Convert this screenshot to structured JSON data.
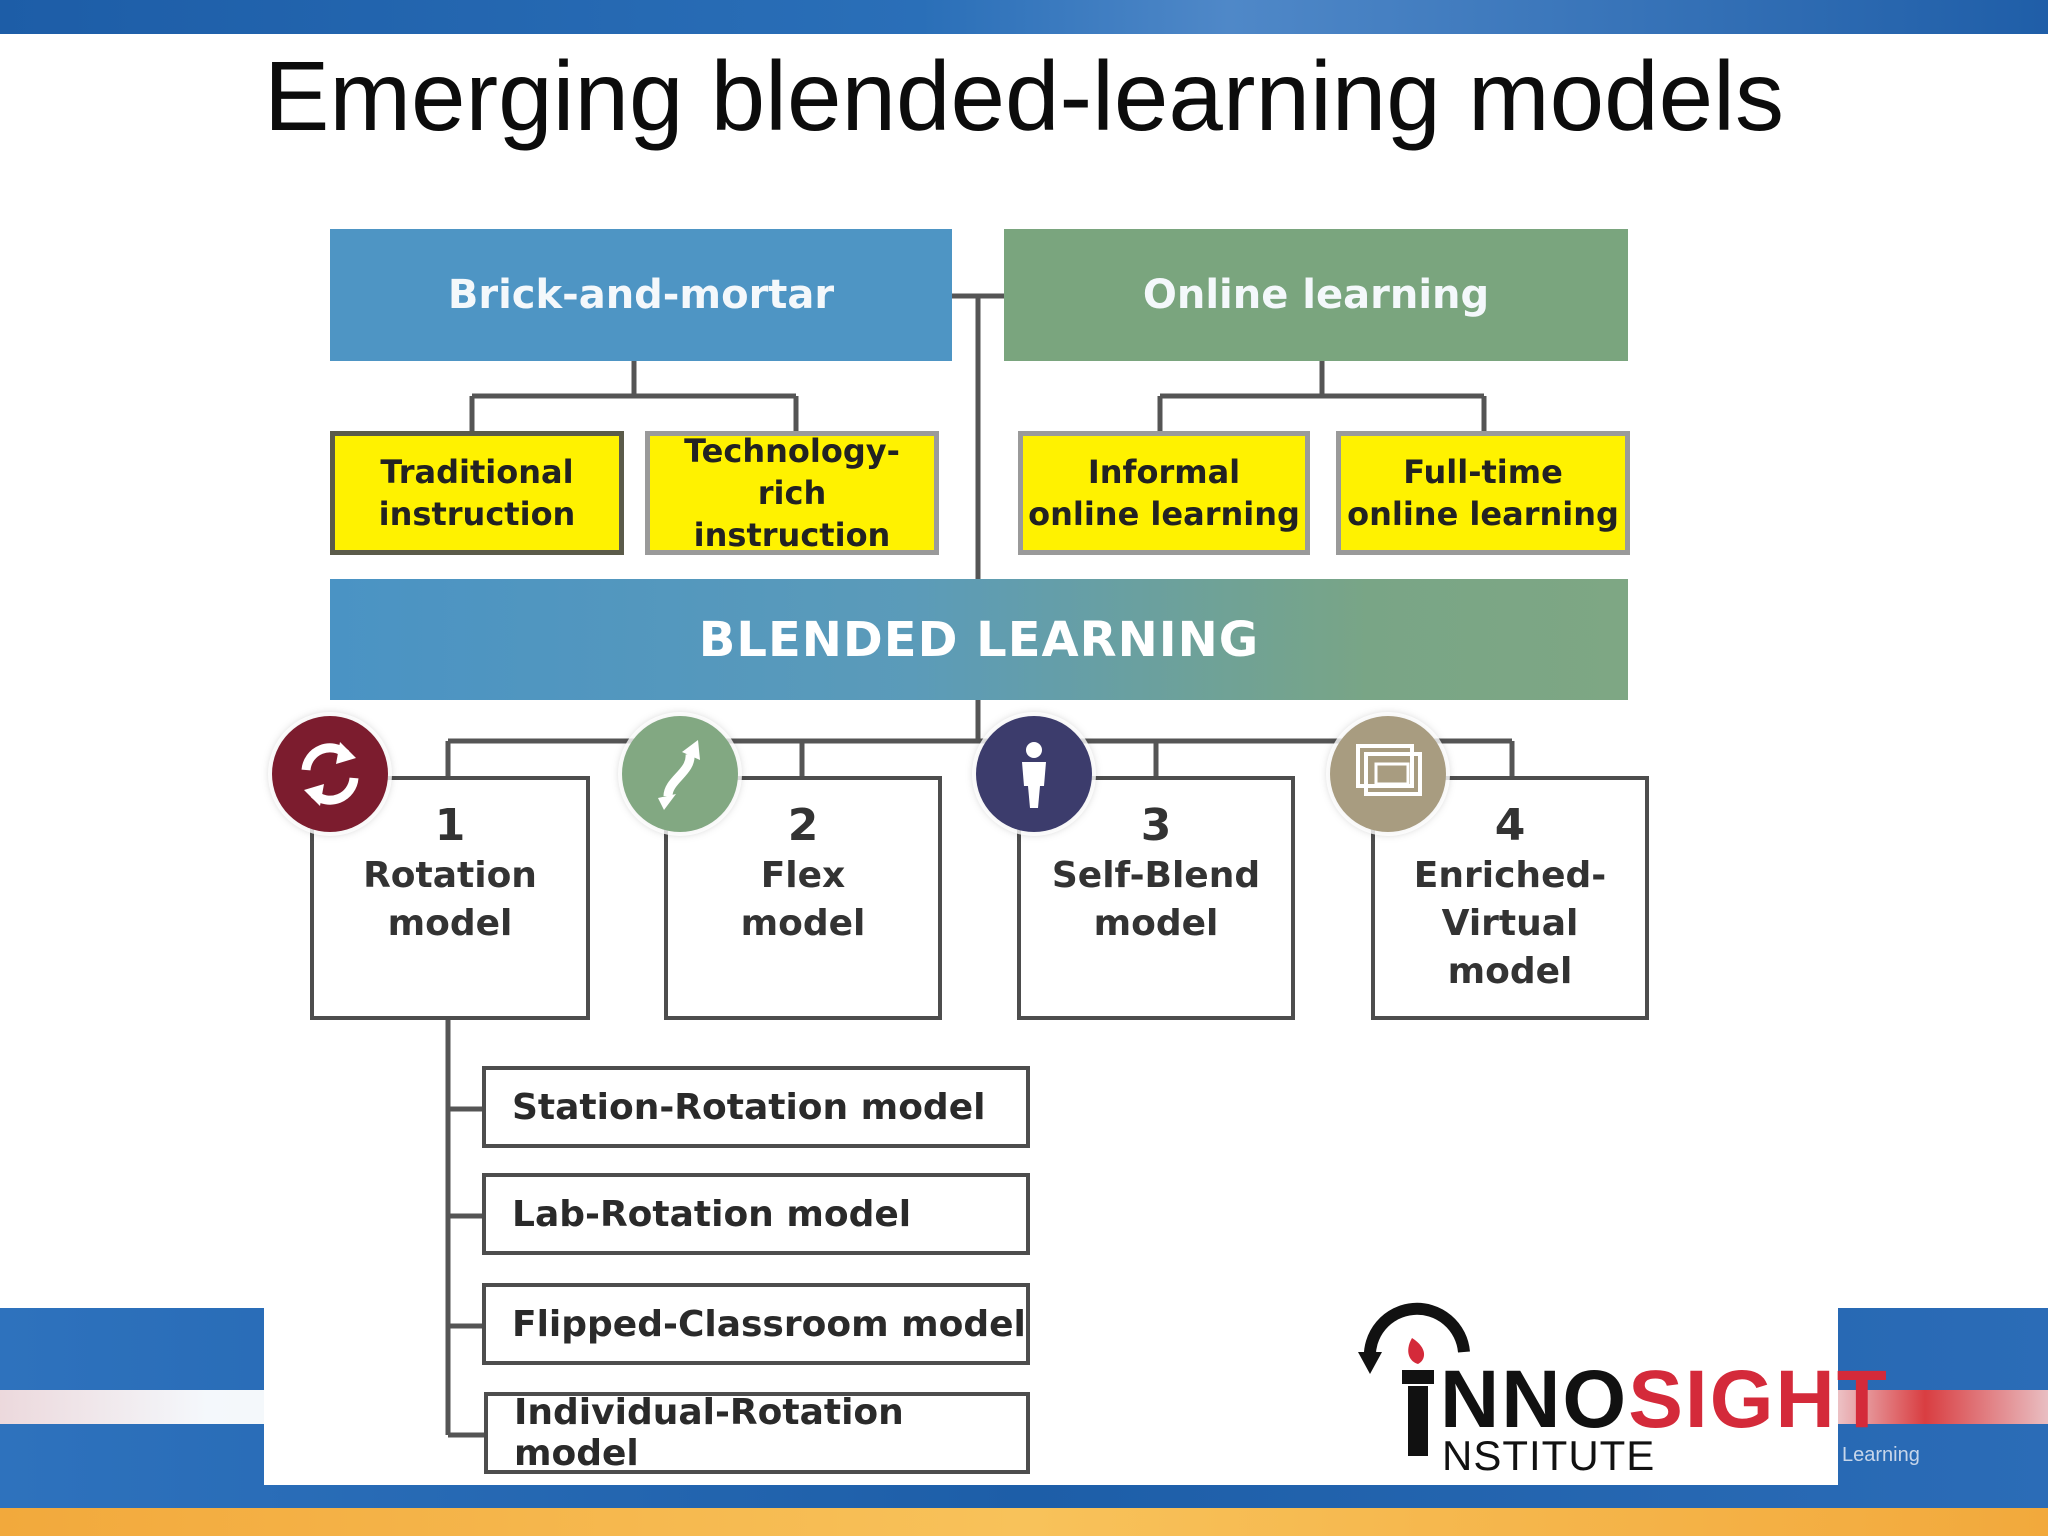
{
  "slide": {
    "title": "Emerging blended-learning models",
    "footer_word": "Learning"
  },
  "diagram": {
    "top_boxes": [
      {
        "label": "Brick-and-mortar",
        "color": "#4e95c4"
      },
      {
        "label": "Online learning",
        "color": "#7aa57e"
      }
    ],
    "sub_boxes": [
      {
        "label": "Traditional\ninstruction"
      },
      {
        "label": "Technology-rich\ninstruction"
      },
      {
        "label": "Informal\nonline learning"
      },
      {
        "label": "Full-time\nonline learning"
      }
    ],
    "blended_label": "BLENDED LEARNING",
    "models": [
      {
        "number": "1",
        "name": "Rotation\nmodel",
        "icon": "rotation-arrows-icon",
        "icon_color": "#7c1c2e"
      },
      {
        "number": "2",
        "name": "Flex\nmodel",
        "icon": "flex-arrow-icon",
        "icon_color": "#82a882"
      },
      {
        "number": "3",
        "name": "Self-Blend\nmodel",
        "icon": "person-icon",
        "icon_color": "#3c3c6c"
      },
      {
        "number": "4",
        "name": "Enriched-\nVirtual\nmodel",
        "icon": "screens-icon",
        "icon_color": "#a89c80"
      }
    ],
    "rotation_submodels": [
      "Station-Rotation model",
      "Lab-Rotation model",
      "Flipped-Classroom model",
      "Individual-Rotation model"
    ]
  },
  "logo": {
    "initial": "I",
    "word_part1": "NNO",
    "word_part2": "SIGHT",
    "subtitle": "NSTITUTE",
    "color_dark": "#111111",
    "color_red": "#d42a3a"
  }
}
